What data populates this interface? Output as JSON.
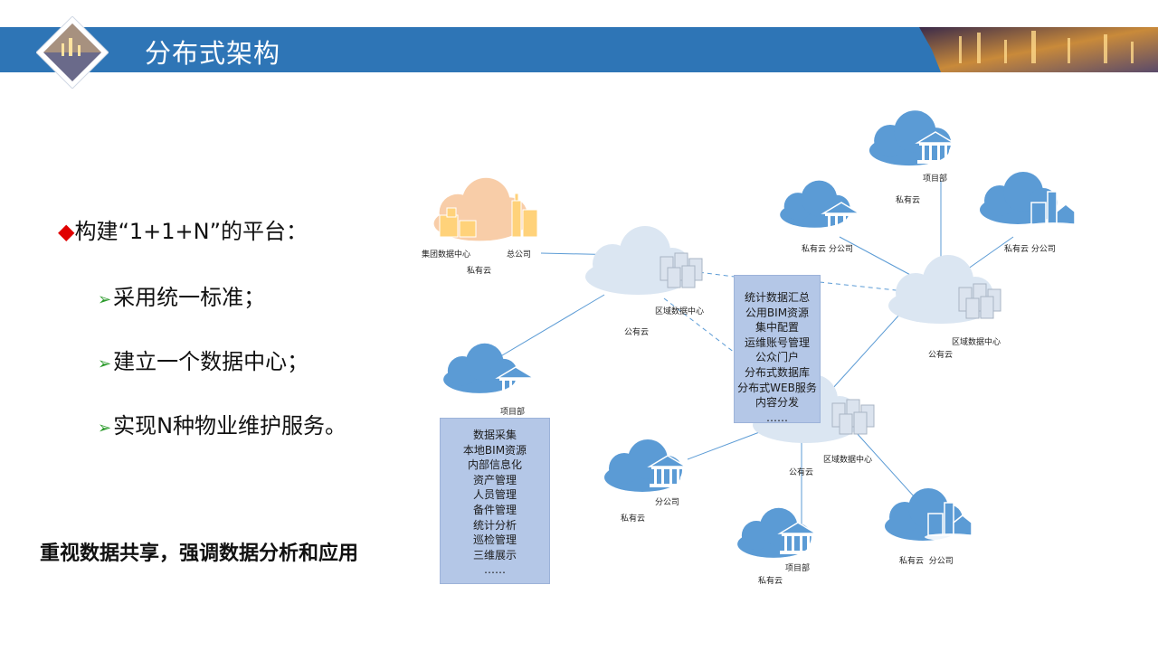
{
  "header": {
    "title": "分布式架构"
  },
  "left_text": {
    "main_bullet": "构建“1+1+N”的平台：",
    "sub_bullets": [
      "采用统一标准；",
      "建立一个数据中心；",
      "实现N种物业维护服务。"
    ],
    "emphasis": "重视数据共享，强调数据分析和应用"
  },
  "diagram": {
    "labels": {
      "group_center": "集团数据中心",
      "head_office": "总公司",
      "private_cloud": "私有云",
      "public_cloud": "公有云",
      "region_center": "区域数据中心",
      "project_dept": "项目部",
      "branch": "分公司",
      "private_cloud_branch": "私有云 分公司",
      "private_cloud_branch_spaced": "私有云  分公司"
    },
    "center_box": [
      "统计数据汇总",
      "公用BIM资源",
      "集中配置",
      "运维账号管理",
      "公众门户",
      "分布式数据库",
      "分布式WEB服务",
      "内容分发",
      "……"
    ],
    "local_box": [
      "数据采集",
      "本地BIM资源",
      "内部信息化",
      "资产管理",
      "人员管理",
      "备件管理",
      "统计分析",
      "巡检管理",
      "三维展示",
      "……"
    ]
  },
  "colors": {
    "header_blue": "#2e75b6",
    "cloud_blue": "#5b9bd5",
    "cloud_light": "#dbe6f2",
    "box_fill": "#b4c7e7",
    "bullet_red": "#e00000",
    "arrow_green": "#2a9a2a"
  }
}
